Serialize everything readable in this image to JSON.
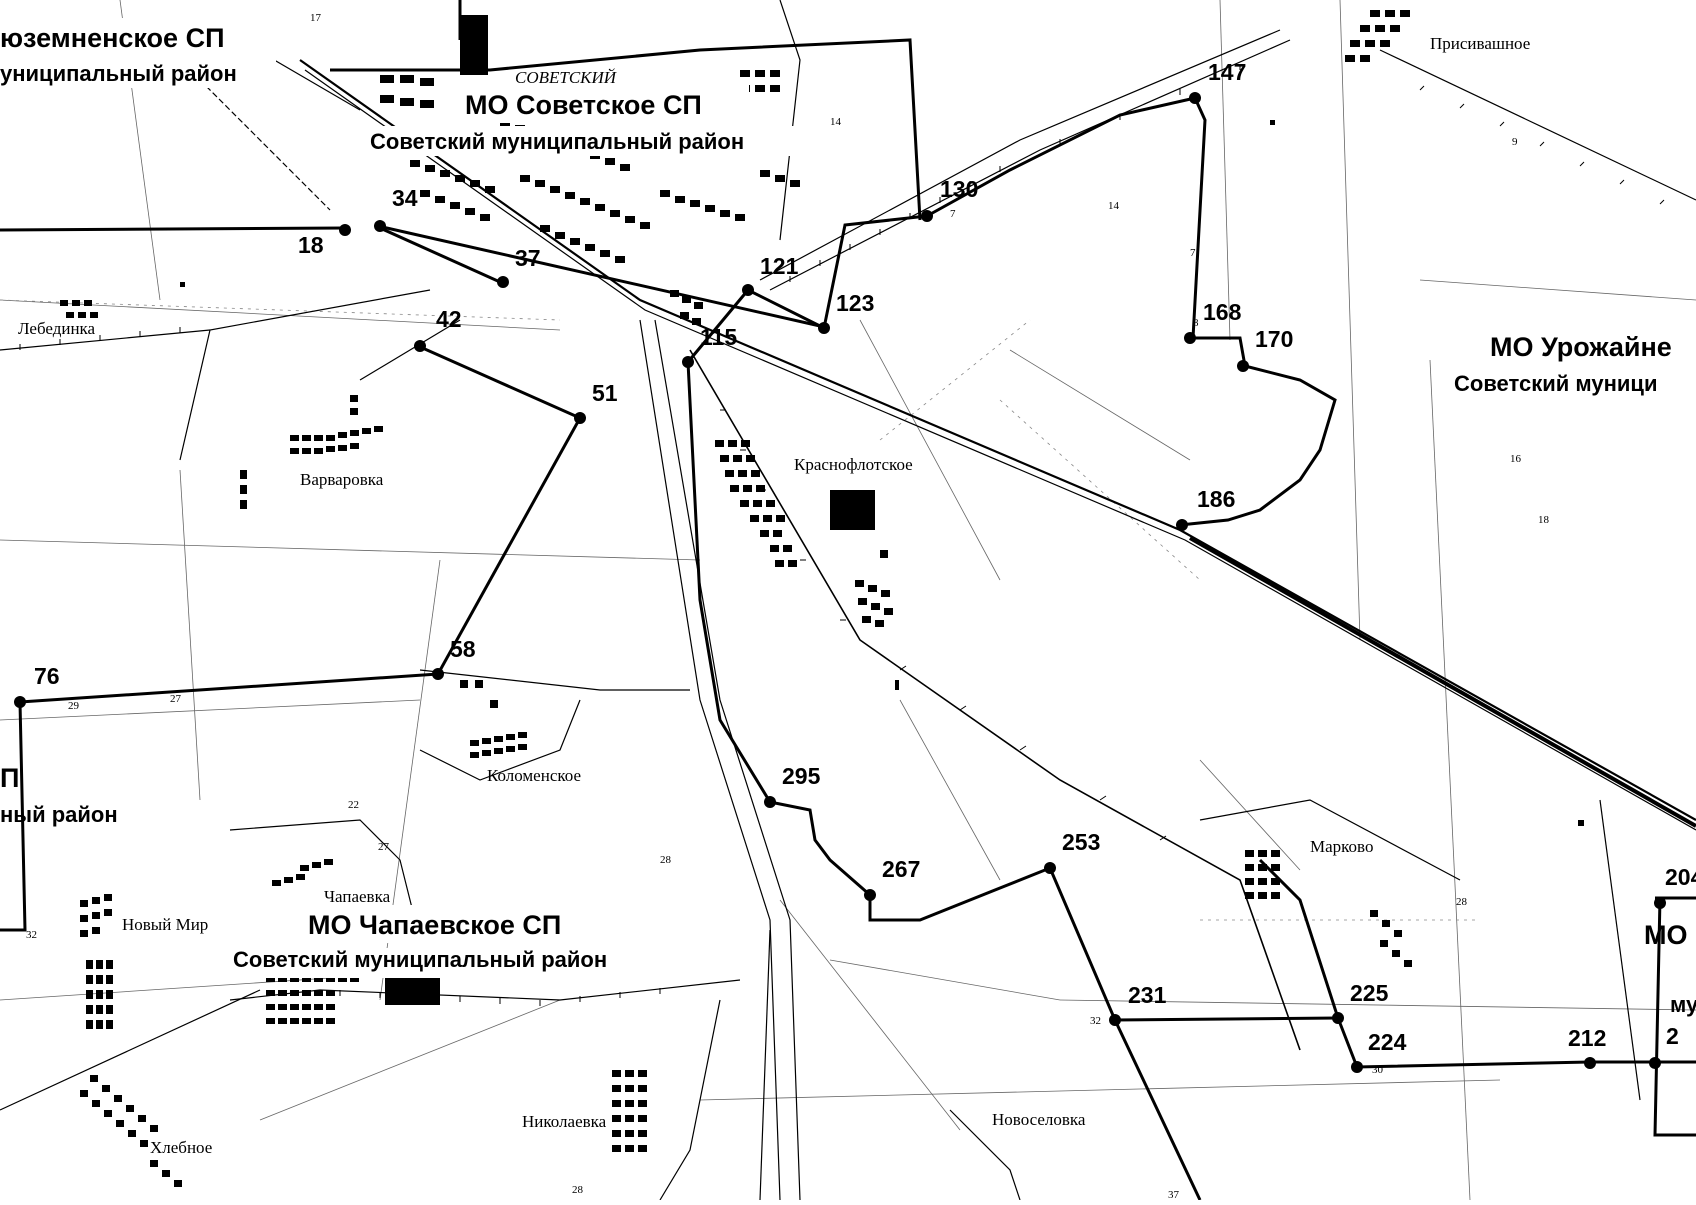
{
  "regions": [
    {
      "id": "sovetskoe",
      "name": "МО Советское СП",
      "district": "Советский муниципальный район"
    },
    {
      "id": "chapaevskoe",
      "name": "МО Чапаевское СП",
      "district": "Советский муниципальный район"
    },
    {
      "id": "urozhaynoe",
      "name": "МО Урожайне",
      "district": "Советский муници"
    },
    {
      "id": "left-top",
      "name": "юземненское СП",
      "district": "униципальный район"
    },
    {
      "id": "left-mid",
      "name": "П",
      "district": "ный район"
    },
    {
      "id": "right-bottom",
      "name": "МО",
      "district": "му"
    }
  ],
  "settlements": [
    {
      "id": "sovetsky",
      "name": "СОВЕТСКИЙ"
    },
    {
      "id": "prisivashnoe",
      "name": "Присивашное"
    },
    {
      "id": "lebedinka",
      "name": "Лебединка"
    },
    {
      "id": "varvarovka",
      "name": "Варваровка"
    },
    {
      "id": "krasnoflotskoe",
      "name": "Краснофлотское"
    },
    {
      "id": "kolomenskoe",
      "name": "Коломенское"
    },
    {
      "id": "chapaevka",
      "name": "Чапаевка"
    },
    {
      "id": "novy-mir",
      "name": "Новый Мир"
    },
    {
      "id": "markovo",
      "name": "Марково"
    },
    {
      "id": "nikolaevka",
      "name": "Николаевка"
    },
    {
      "id": "novoselovka",
      "name": "Новоселовка"
    },
    {
      "id": "khlebnoe",
      "name": "Хлебное"
    }
  ],
  "points": [
    "18",
    "34",
    "37",
    "42",
    "51",
    "58",
    "76",
    "115",
    "121",
    "123",
    "130",
    "147",
    "168",
    "170",
    "186",
    "295",
    "267",
    "253",
    "231",
    "225",
    "224",
    "212",
    "204"
  ],
  "numbers": [
    "17",
    "14",
    "9",
    "7",
    "14",
    "7",
    "8",
    "16",
    "18",
    "29",
    "27",
    "22",
    "27",
    "28",
    "28",
    "32",
    "32",
    "30",
    "37",
    "28",
    "2"
  ]
}
